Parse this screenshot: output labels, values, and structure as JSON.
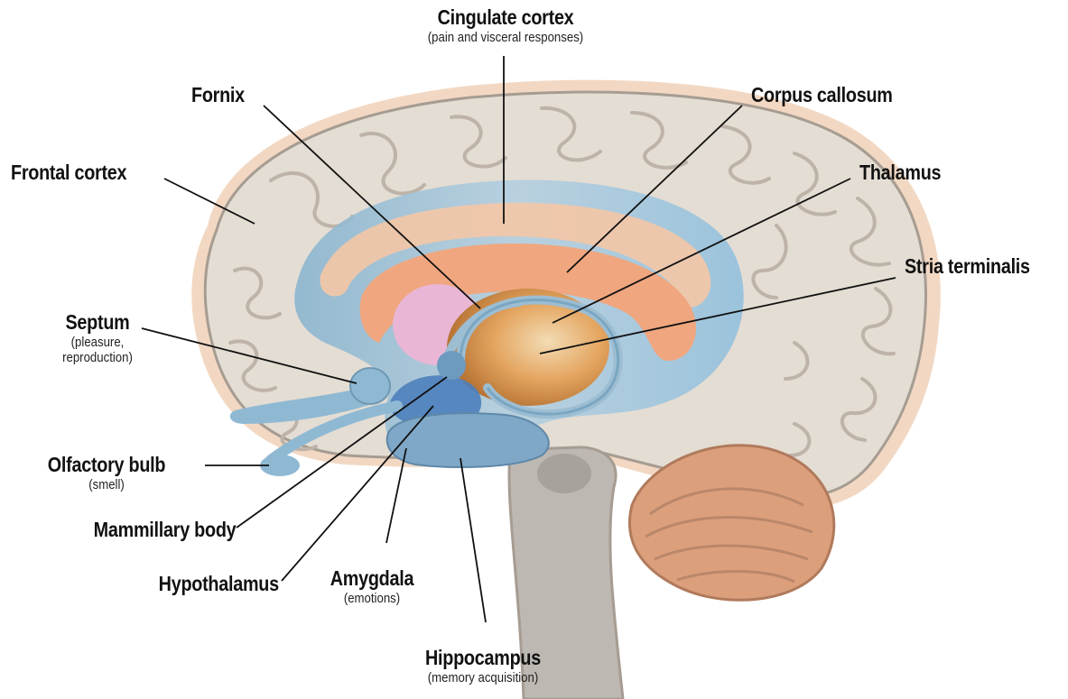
{
  "labels": {
    "cingulate": {
      "name": "Cingulate cortex",
      "note": "(pain and visceral responses)"
    },
    "fornix": {
      "name": "Fornix"
    },
    "corpus": {
      "name": "Corpus callosum"
    },
    "frontal": {
      "name": "Frontal cortex"
    },
    "thalamus": {
      "name": "Thalamus"
    },
    "stria": {
      "name": "Stria terminalis"
    },
    "septum": {
      "name": "Septum",
      "note1": "(pleasure,",
      "note2": "reproduction)"
    },
    "olfactory": {
      "name": "Olfactory bulb",
      "note": "(smell)"
    },
    "mammillary": {
      "name": "Mammillary body"
    },
    "hypothalamus": {
      "name": "Hypothalamus"
    },
    "amygdala": {
      "name": "Amygdala",
      "note": "(emotions)"
    },
    "hippocampus": {
      "name": "Hippocampus",
      "note": "(memory acquisition)"
    }
  },
  "colors": {
    "cortex": "#e4ddd3",
    "cortex_outline": "#a69c92",
    "gyri": "#bdb3a8",
    "cortex_edge": "#e8b892",
    "limbic_blue": "#8fb9d3",
    "cingulate": "#f4c6a6",
    "corpus": "#f0a67e",
    "thalamus": "#e4a560",
    "septum_pink": "#e9b6d6",
    "hypothalamus": "#4e7fbd",
    "brainstem": "#bdb8b2",
    "cerebellum": "#dc9f7c"
  }
}
